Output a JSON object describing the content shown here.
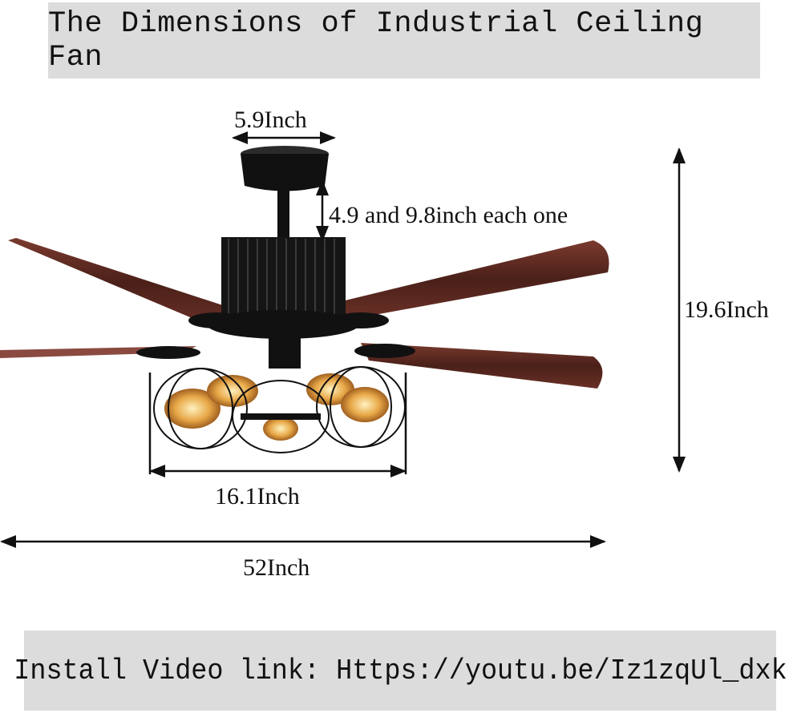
{
  "title": "The Dimensions of Industrial Ceiling Fan",
  "dimensions": {
    "canopy_width": "5.9Inch",
    "downrod": "4.9 and 9.8inch each one",
    "height": "19.6Inch",
    "cage_width": "16.1Inch",
    "blade_span": "52Inch"
  },
  "footer": {
    "install_link": "Install Video link: Https://youtu.be/Iz1zqUl_dxk"
  },
  "colors": {
    "banner": "#dcdcdc",
    "blade": "#5a2a22",
    "metal": "#1a1a1a",
    "bulb": "#e0a040"
  }
}
